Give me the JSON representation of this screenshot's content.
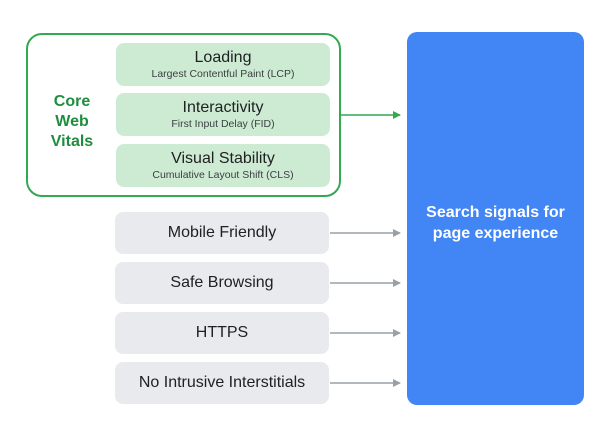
{
  "core_web_vitals": {
    "label_lines": [
      "Core",
      "Web",
      "Vitals"
    ],
    "metrics": [
      {
        "title": "Loading",
        "subtitle": "Largest Contentful Paint (LCP)"
      },
      {
        "title": "Interactivity",
        "subtitle": "First Input Delay (FID)"
      },
      {
        "title": "Visual Stability",
        "subtitle": "Cumulative Layout Shift (CLS)"
      }
    ]
  },
  "signals": [
    "Mobile Friendly",
    "Safe Browsing",
    "HTTPS",
    "No Intrusive Interstitials"
  ],
  "target": {
    "text": "Search signals for page experience"
  },
  "colors": {
    "green_border": "#34a853",
    "green_text": "#1e8e3e",
    "green_box": "#cdebd3",
    "gray_box": "#e8eaed",
    "gray_arrow": "#9aa0a6",
    "blue": "#4285f4"
  }
}
